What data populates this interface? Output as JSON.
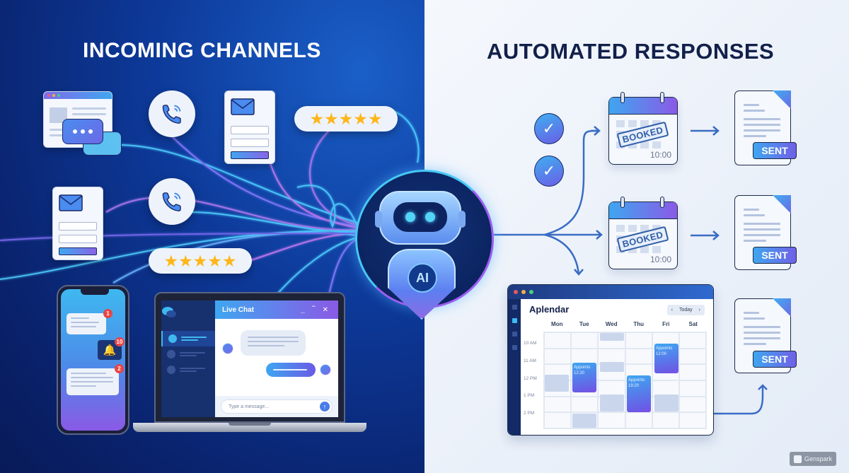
{
  "left_panel": {
    "title": "INCOMING CHANNELS",
    "channels": {
      "website_chat": {
        "icon": "chat-bubbles-icon"
      },
      "phone_call_top": {
        "icon": "phone-icon"
      },
      "email_form_top": {
        "icon": "envelope-icon"
      },
      "rating_top": {
        "stars": "★★★★★",
        "count": 5
      },
      "email_form_left": {
        "icon": "envelope-icon"
      },
      "phone_call_mid": {
        "icon": "phone-icon"
      },
      "rating_mid": {
        "stars": "★★★★★",
        "count": 5
      }
    },
    "mobile": {
      "badges": [
        "1",
        "10",
        "2"
      ],
      "bell_icon": "🔔"
    },
    "live_chat": {
      "title": "Live Chat",
      "window_controls": "_ ‾ ✕",
      "input_placeholder": "Type a message...",
      "send_icon": "↑"
    }
  },
  "ai_hub": {
    "badge": "AI"
  },
  "right_panel": {
    "title": "AUTOMATED RESPONSES",
    "check_icon": "✓",
    "rows": [
      {
        "stamp": "BOOKED",
        "time": "10:00",
        "status": "SENT"
      },
      {
        "stamp": "BOOKED",
        "time": "10:00",
        "status": "SENT"
      },
      {
        "status": "SENT"
      }
    ],
    "arrow": "→",
    "calendar_app": {
      "title": "Aplendar",
      "nav_prev": "‹",
      "nav_today": "Today",
      "nav_next": "›",
      "days": [
        "Mon",
        "Tue",
        "Wed",
        "Thu",
        "Fri",
        "Sat"
      ],
      "hours": [
        "10 AM",
        "11 AM",
        "12 PM",
        "1 PM",
        "2 PM"
      ],
      "appointments": [
        {
          "day": "Tue",
          "label": "Appoints",
          "time": "12:20"
        },
        {
          "day": "Thu",
          "label": "Appoints",
          "time": "19:20"
        },
        {
          "day": "Fri",
          "label": "Appoints",
          "time": "12:00"
        }
      ]
    }
  },
  "colors": {
    "left_bg": "#0d3a9a",
    "right_bg": "#eef3fb",
    "accent_cyan": "#3fb8f0",
    "accent_purple": "#8a5ae6",
    "star": "#ffb619",
    "title_dark": "#12204a"
  },
  "watermark": {
    "label": "Genspark"
  }
}
